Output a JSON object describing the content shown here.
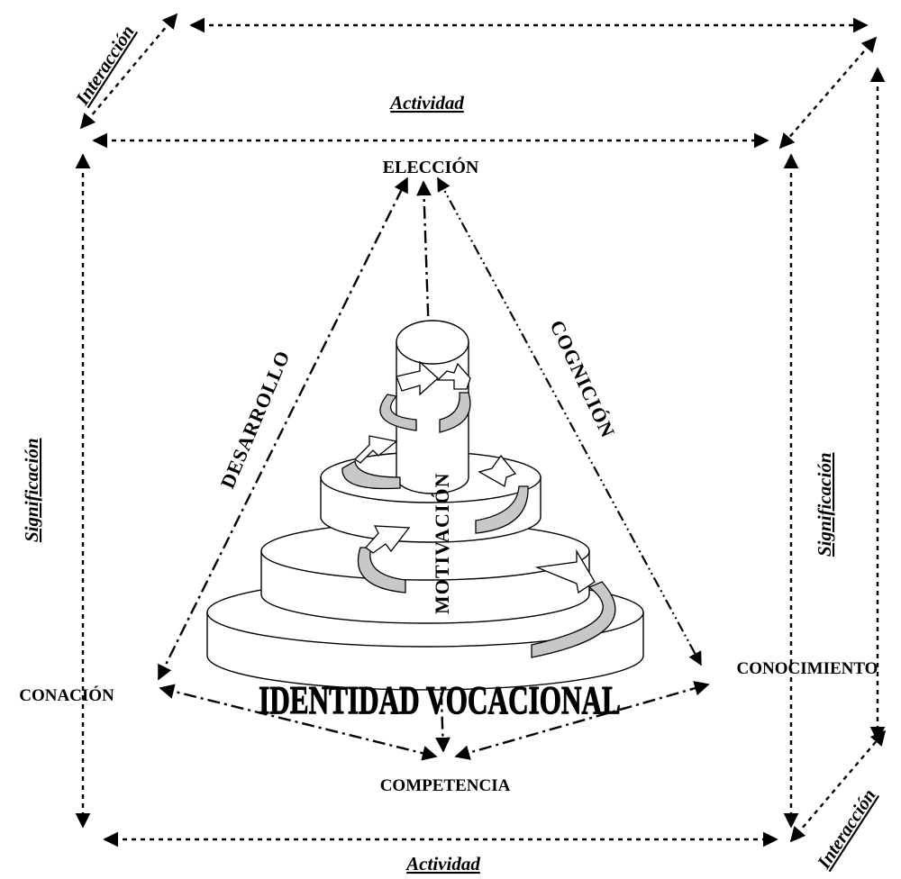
{
  "labels": {
    "top_interaction": "Interacción",
    "top_activity": "Actividad",
    "bottom_activity": "Actividad",
    "bottom_interaction": "Interacción",
    "left_signification": "Significación",
    "right_signification": "Significación",
    "election": "ELECCIÓN",
    "conation": "CONACIÓN",
    "knowledge": "CONOCIMIENTO",
    "competence": "COMPETENCIA",
    "development": "DESARROLLO",
    "cognition": "COGNICIÓN",
    "motivation": "MOTIVACIÓN",
    "identity": "IDENTIDAD VOCACIONAL"
  }
}
